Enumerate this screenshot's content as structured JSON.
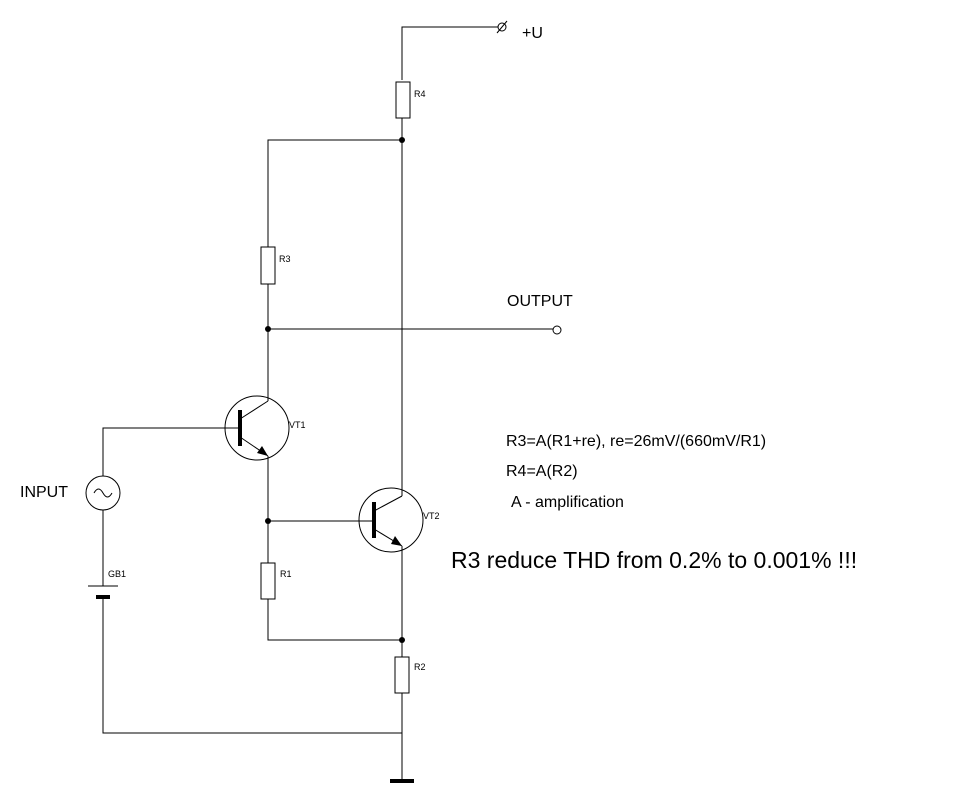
{
  "labels": {
    "supply": "+U",
    "output": "OUTPUT",
    "input": "INPUT",
    "r1": "R1",
    "r2": "R2",
    "r3": "R3",
    "r4": "R4",
    "vt1": "VT1",
    "vt2": "VT2",
    "gb1": "GB1"
  },
  "notes": {
    "formula_r3": "R3=A(R1+re),  re=26mV/(660mV/R1)",
    "formula_r4": "R4=A(R2)",
    "amplification": "A - amplification",
    "thd": "R3 reduce THD from 0.2% to 0.001% !!!"
  }
}
